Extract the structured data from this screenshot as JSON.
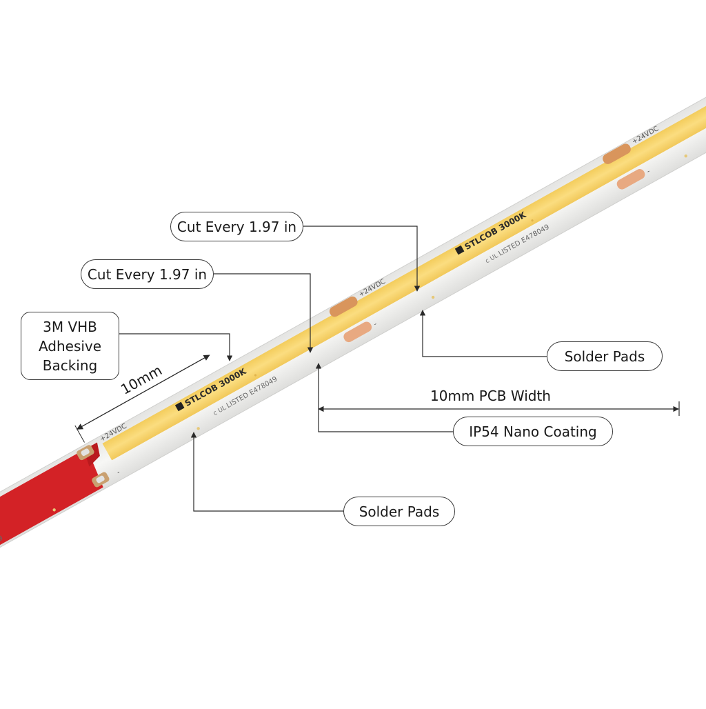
{
  "diagram": {
    "strip_text": {
      "brand_1": "STLCOB 3000K",
      "brand_2": "STLCOB 3000K",
      "voltage_1": "+24VDC",
      "voltage_2": "+24VDC",
      "voltage_3": "+24VDC",
      "listing_1": "LISTED E478049",
      "listing_2": "LISTED E478049",
      "listing_3": "49",
      "listing_mark": "c UL",
      "minus": "-"
    },
    "callouts": {
      "adhesive_line1": "3M VHB",
      "adhesive_line2": "Adhesive",
      "adhesive_line3": "Backing",
      "cut_upper": "Cut Every 1.97 in",
      "cut_lower": "Cut Every 1.97 in",
      "solder_right": "Solder Pads",
      "ip54": "IP54 Nano Coating",
      "solder_bottom": "Solder Pads"
    },
    "dimensions": {
      "strip_width": "10mm",
      "pcb_width": "10mm PCB Width"
    },
    "colors": {
      "pcb": "#f4f4f2",
      "led_phosphor": "#f8d56e",
      "solder_pad": "#d9955c",
      "adhesive_liner": "#d32226",
      "leader_line": "#2a2a2a"
    }
  }
}
